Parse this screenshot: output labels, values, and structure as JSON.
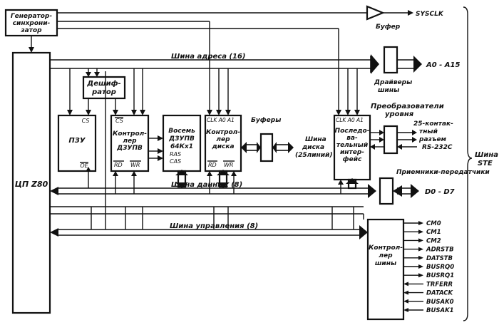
{
  "blocks": {
    "generator": [
      "Генератор-",
      "синхрони-",
      "затор"
    ],
    "cpu": "ЦП Z80",
    "decoder": [
      "Дешиф-",
      "ратор"
    ],
    "rom": "ПЗУ",
    "rom_cs": "CS",
    "rom_oe": "OE",
    "dram_ctrl": [
      "Контрол-",
      "лер",
      "ДЗУПВ"
    ],
    "dram_ctrl_cs": "CS",
    "dram_ctrl_rd": "RD",
    "dram_ctrl_wr": "WR",
    "dram": [
      "Восемь",
      "ДЗУПВ",
      "64Кх1",
      "RAS",
      "CAS"
    ],
    "disk_ctrl": [
      "Контрол-",
      "лер",
      "диска"
    ],
    "disk_ctrl_pins": "CLK A0 A1",
    "disk_ctrl_rd": "RD",
    "disk_ctrl_wr": "WR",
    "serial": [
      "Последо-",
      "ва-",
      "тельный",
      "интер-",
      "фейс"
    ],
    "serial_pins": "CLK A0 A1",
    "bus_ctrl": [
      "Контрол-",
      "лер",
      "шины"
    ]
  },
  "labels": {
    "buffer": "Буфер",
    "sysclk": "SYSCLK",
    "addr_bus": "Шина адреса (16)",
    "a0_a15": "A0 - A15",
    "bus_drivers": [
      "Драйверы",
      "шины"
    ],
    "buffers": "Буферы",
    "disk_bus": [
      "Шина",
      "диска",
      "(25линий)"
    ],
    "converters": [
      "Преобразователи",
      "уровня"
    ],
    "connector": [
      "25-контак-",
      "тный",
      "разъем",
      "RS-232C"
    ],
    "transceivers": "Приемники-передатчики",
    "data_bus": "Шина данных (8)",
    "d0_d7": "D0 - D7",
    "ctrl_bus": "Шина управления (8)",
    "std_bus": [
      "Шина",
      "STE"
    ]
  },
  "ctrl_signals": [
    "CM0",
    "CM1",
    "CM2",
    "ADRSTB",
    "DATSTB",
    "BUSRQ0",
    "BUSRQ1",
    "TRFERR",
    "DATACK",
    "BUSAK0",
    "BUSAK1"
  ]
}
